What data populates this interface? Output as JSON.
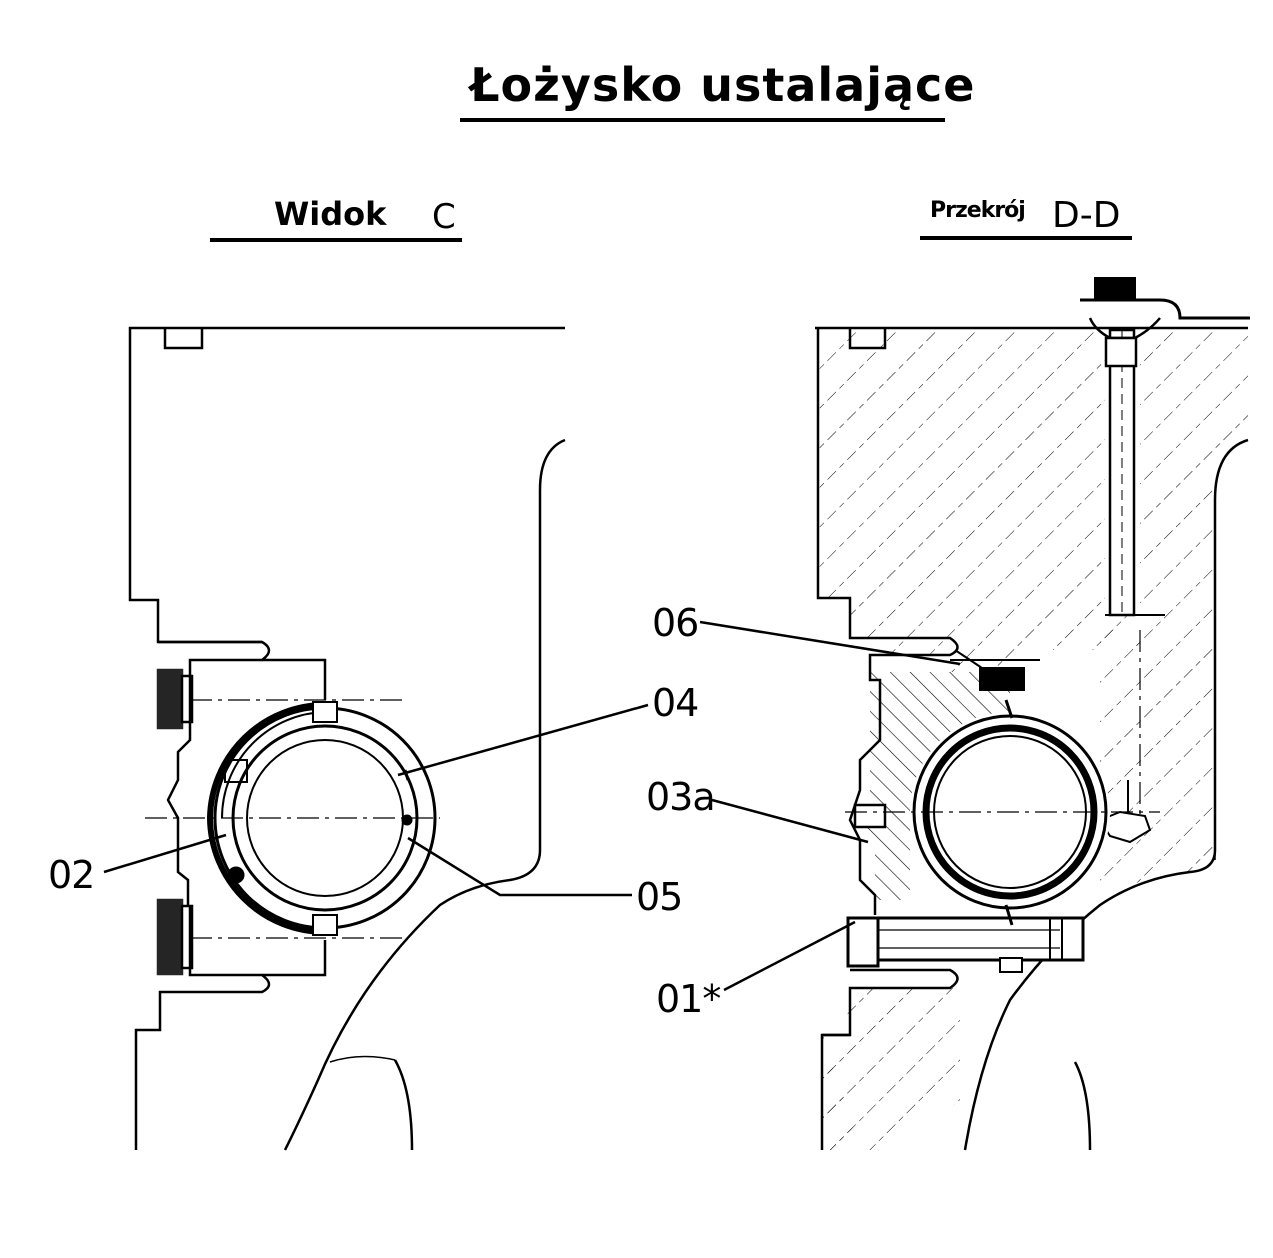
{
  "title": "Łożysko ustalające",
  "left_view": {
    "label": "Widok",
    "letter": "C"
  },
  "right_view": {
    "label": "Przekrój",
    "letter": "D-D"
  },
  "callouts": {
    "c02": "02",
    "c04": "04",
    "c05": "05",
    "c06": "06",
    "c03a": "03a",
    "c01": "01*"
  }
}
